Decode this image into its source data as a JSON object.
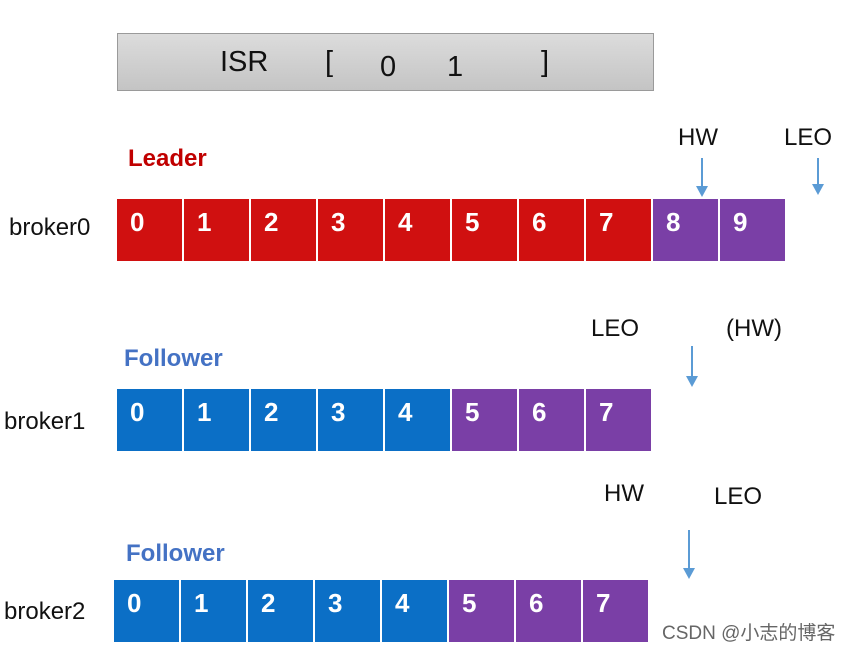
{
  "isr": {
    "label": "ISR",
    "open_bracket": "[",
    "close_bracket": "]",
    "members": [
      "0",
      "1"
    ]
  },
  "brokers": [
    {
      "name": "broker0",
      "role": "Leader",
      "role_color": "#c00000",
      "cells": [
        {
          "v": "0",
          "c": "#d01010"
        },
        {
          "v": "1",
          "c": "#d01010"
        },
        {
          "v": "2",
          "c": "#d01010"
        },
        {
          "v": "3",
          "c": "#d01010"
        },
        {
          "v": "4",
          "c": "#d01010"
        },
        {
          "v": "5",
          "c": "#d01010"
        },
        {
          "v": "6",
          "c": "#d01010"
        },
        {
          "v": "7",
          "c": "#d01010"
        },
        {
          "v": "8",
          "c": "#7a3fa6"
        },
        {
          "v": "9",
          "c": "#7a3fa6"
        }
      ],
      "markers": [
        "HW",
        "LEO"
      ]
    },
    {
      "name": "broker1",
      "role": "Follower",
      "role_color": "#4472c4",
      "cells": [
        {
          "v": "0",
          "c": "#0b6fc6"
        },
        {
          "v": "1",
          "c": "#0b6fc6"
        },
        {
          "v": "2",
          "c": "#0b6fc6"
        },
        {
          "v": "3",
          "c": "#0b6fc6"
        },
        {
          "v": "4",
          "c": "#0b6fc6"
        },
        {
          "v": "5",
          "c": "#7a3fa6"
        },
        {
          "v": "6",
          "c": "#7a3fa6"
        },
        {
          "v": "7",
          "c": "#7a3fa6"
        }
      ],
      "markers": [
        "LEO",
        "(HW)"
      ]
    },
    {
      "name": "broker2",
      "role": "Follower",
      "role_color": "#4472c4",
      "cells": [
        {
          "v": "0",
          "c": "#0b6fc6"
        },
        {
          "v": "1",
          "c": "#0b6fc6"
        },
        {
          "v": "2",
          "c": "#0b6fc6"
        },
        {
          "v": "3",
          "c": "#0b6fc6"
        },
        {
          "v": "4",
          "c": "#0b6fc6"
        },
        {
          "v": "5",
          "c": "#7a3fa6"
        },
        {
          "v": "6",
          "c": "#7a3fa6"
        },
        {
          "v": "7",
          "c": "#7a3fa6"
        }
      ],
      "markers": [
        "HW",
        "LEO"
      ]
    }
  ],
  "arrow_color": "#5b9bd5",
  "watermark": "CSDN @小志的博客"
}
